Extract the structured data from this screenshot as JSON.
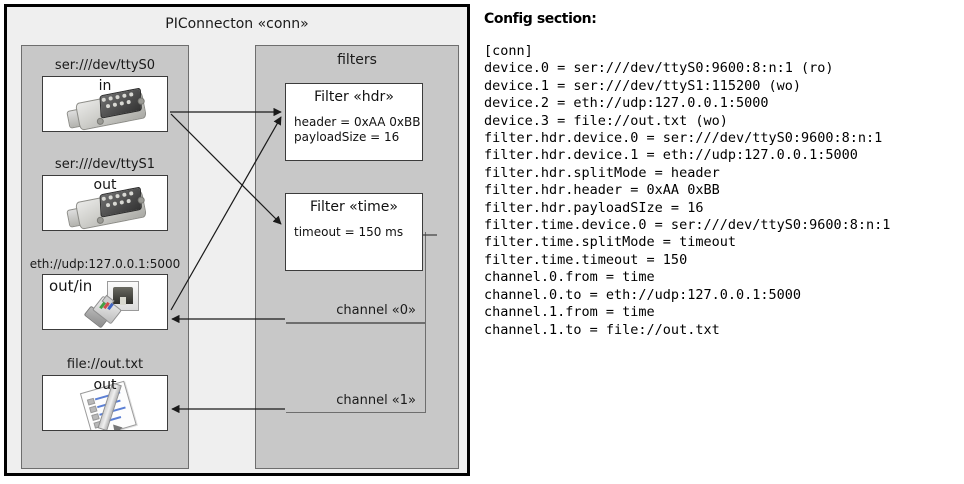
{
  "diagram": {
    "title": "PIConnecton «conn»",
    "devices_panel": {
      "items": [
        {
          "label": "ser:///dev/ttyS0",
          "direction": "in",
          "icon": "serial-port-icon"
        },
        {
          "label": "ser:///dev/ttyS1",
          "direction": "out",
          "icon": "serial-port-icon"
        },
        {
          "label": "eth://udp:127.0.0.1:5000",
          "direction": "out/in",
          "icon": "ethernet-icon"
        },
        {
          "label": "file://out.txt",
          "direction": "out",
          "icon": "text-file-icon"
        }
      ]
    },
    "filters_panel": {
      "title": "filters",
      "filters": [
        {
          "title": "Filter «hdr»",
          "attrs": [
            "header = 0xAA 0xBB",
            "payloadSize = 16"
          ]
        },
        {
          "title": "Filter «time»",
          "attrs": [
            "timeout = 150 ms"
          ]
        }
      ],
      "channels": [
        {
          "label": "channel «0»"
        },
        {
          "label": "channel «1»"
        }
      ]
    }
  },
  "config": {
    "heading": "Config section:",
    "text": "[conn]\ndevice.0 = ser:///dev/ttyS0:9600:8:n:1 (ro)\ndevice.1 = ser:///dev/ttyS1:115200 (wo)\ndevice.2 = eth://udp:127.0.0.1:5000\ndevice.3 = file://out.txt (wo)\nfilter.hdr.device.0 = ser:///dev/ttyS0:9600:8:n:1\nfilter.hdr.device.1 = eth://udp:127.0.0.1:5000\nfilter.hdr.splitMode = header\nfilter.hdr.header = 0xAA 0xBB\nfilter.hdr.payloadSIze = 16\nfilter.time.device.0 = ser:///dev/ttyS0:9600:8:n:1\nfilter.time.splitMode = timeout\nfilter.time.timeout = 150\nchannel.0.from = time\nchannel.0.to = eth://udp:127.0.0.1:5000\nchannel.1.from = time\nchannel.1.to = file://out.txt"
  },
  "colors": {
    "frame": "#000000",
    "outer_fill": "#efefef",
    "panel_fill": "#c8c8c8",
    "panel_border": "#6e6e6e",
    "node_fill": "#ffffff",
    "node_border": "#3c3c3c",
    "wire": "#1a1a1a"
  }
}
